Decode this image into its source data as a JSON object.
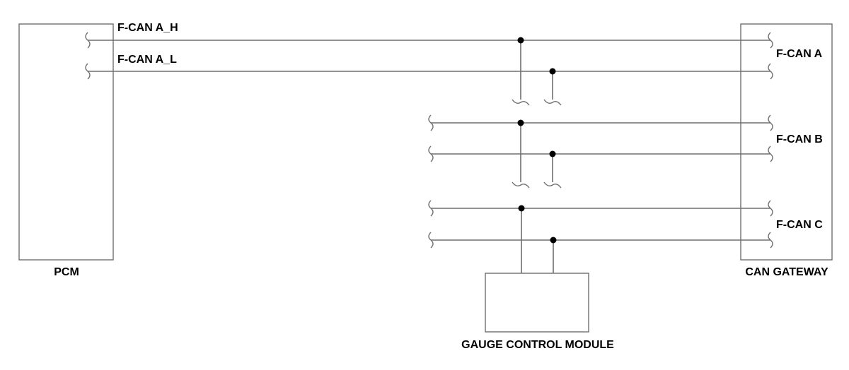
{
  "modules": {
    "pcm": "PCM",
    "gateway": "CAN GATEWAY",
    "gauge": "GAUGE CONTROL MODULE"
  },
  "wires": {
    "a_high": "F-CAN A_H",
    "a_low": "F-CAN A_L"
  },
  "buses": {
    "a": "F-CAN A",
    "b": "F-CAN B",
    "c": "F-CAN C"
  }
}
